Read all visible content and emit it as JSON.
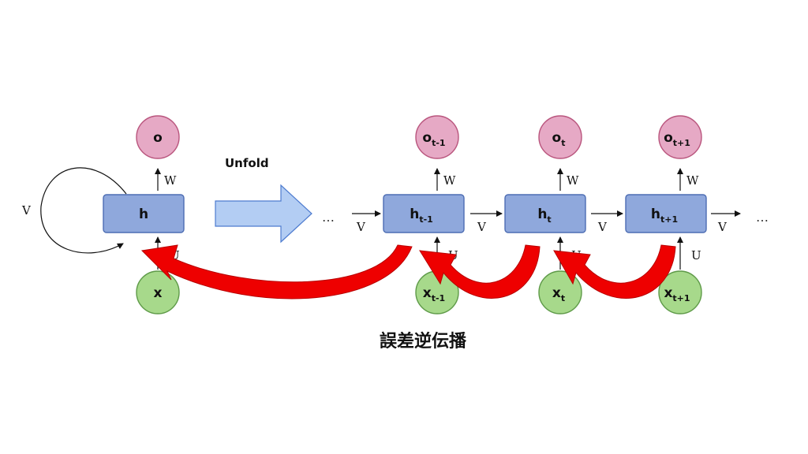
{
  "folded": {
    "output": "o",
    "hidden": "h",
    "input": "x",
    "weights": {
      "recurrent": "V",
      "output": "W",
      "input": "U"
    }
  },
  "unfold_label": "Unfold",
  "ellipsis": "…",
  "unrolled": {
    "steps": [
      {
        "output": "o",
        "output_sub": "t-1",
        "hidden": "h",
        "hidden_sub": "t-1",
        "input": "x",
        "input_sub": "t-1",
        "w": "W",
        "u": "U",
        "v_in": "V"
      },
      {
        "output": "o",
        "output_sub": "t",
        "hidden": "h",
        "hidden_sub": "t",
        "input": "x",
        "input_sub": "t",
        "w": "W",
        "u": "U",
        "v_in": "V"
      },
      {
        "output": "o",
        "output_sub": "t+1",
        "hidden": "h",
        "hidden_sub": "t+1",
        "input": "x",
        "input_sub": "t+1",
        "w": "W",
        "u": "U",
        "v_in": "V"
      }
    ],
    "v_out": "V"
  },
  "caption": "誤差逆伝播",
  "colors": {
    "output_fill": "#e6a9c5",
    "input_fill": "#a7d98b",
    "hidden_fill": "#8fa8dc",
    "unfold_arrow": "#b3cdf3",
    "backprop_arrow": "#ee0000"
  }
}
